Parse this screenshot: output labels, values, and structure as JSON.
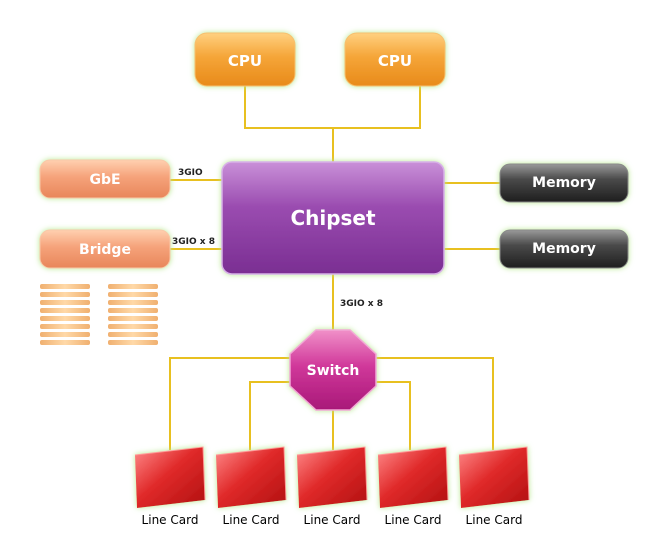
{
  "nodes": {
    "cpu_1": "CPU",
    "cpu_2": "CPU",
    "gbe": "GbE",
    "bridge": "Bridge",
    "chipset": "Chipset",
    "memory_1": "Memory",
    "memory_2": "Memory",
    "switch": "Switch"
  },
  "links": {
    "gbe_chipset": "3GIO",
    "bridge_chipset": "3GIO x 8",
    "chipset_switch": "3GIO x 8"
  },
  "line_cards": [
    "Line Card",
    "Line Card",
    "Line Card",
    "Line Card",
    "Line Card"
  ],
  "colors": {
    "cpu": "#f0a030",
    "io": "#f0a070",
    "chipset": "#8a3ea0",
    "memory": "#333333",
    "switch": "#c0207a",
    "line_card": "#d81818",
    "connector": "#e8c020",
    "glow": "#c8f0a0"
  }
}
